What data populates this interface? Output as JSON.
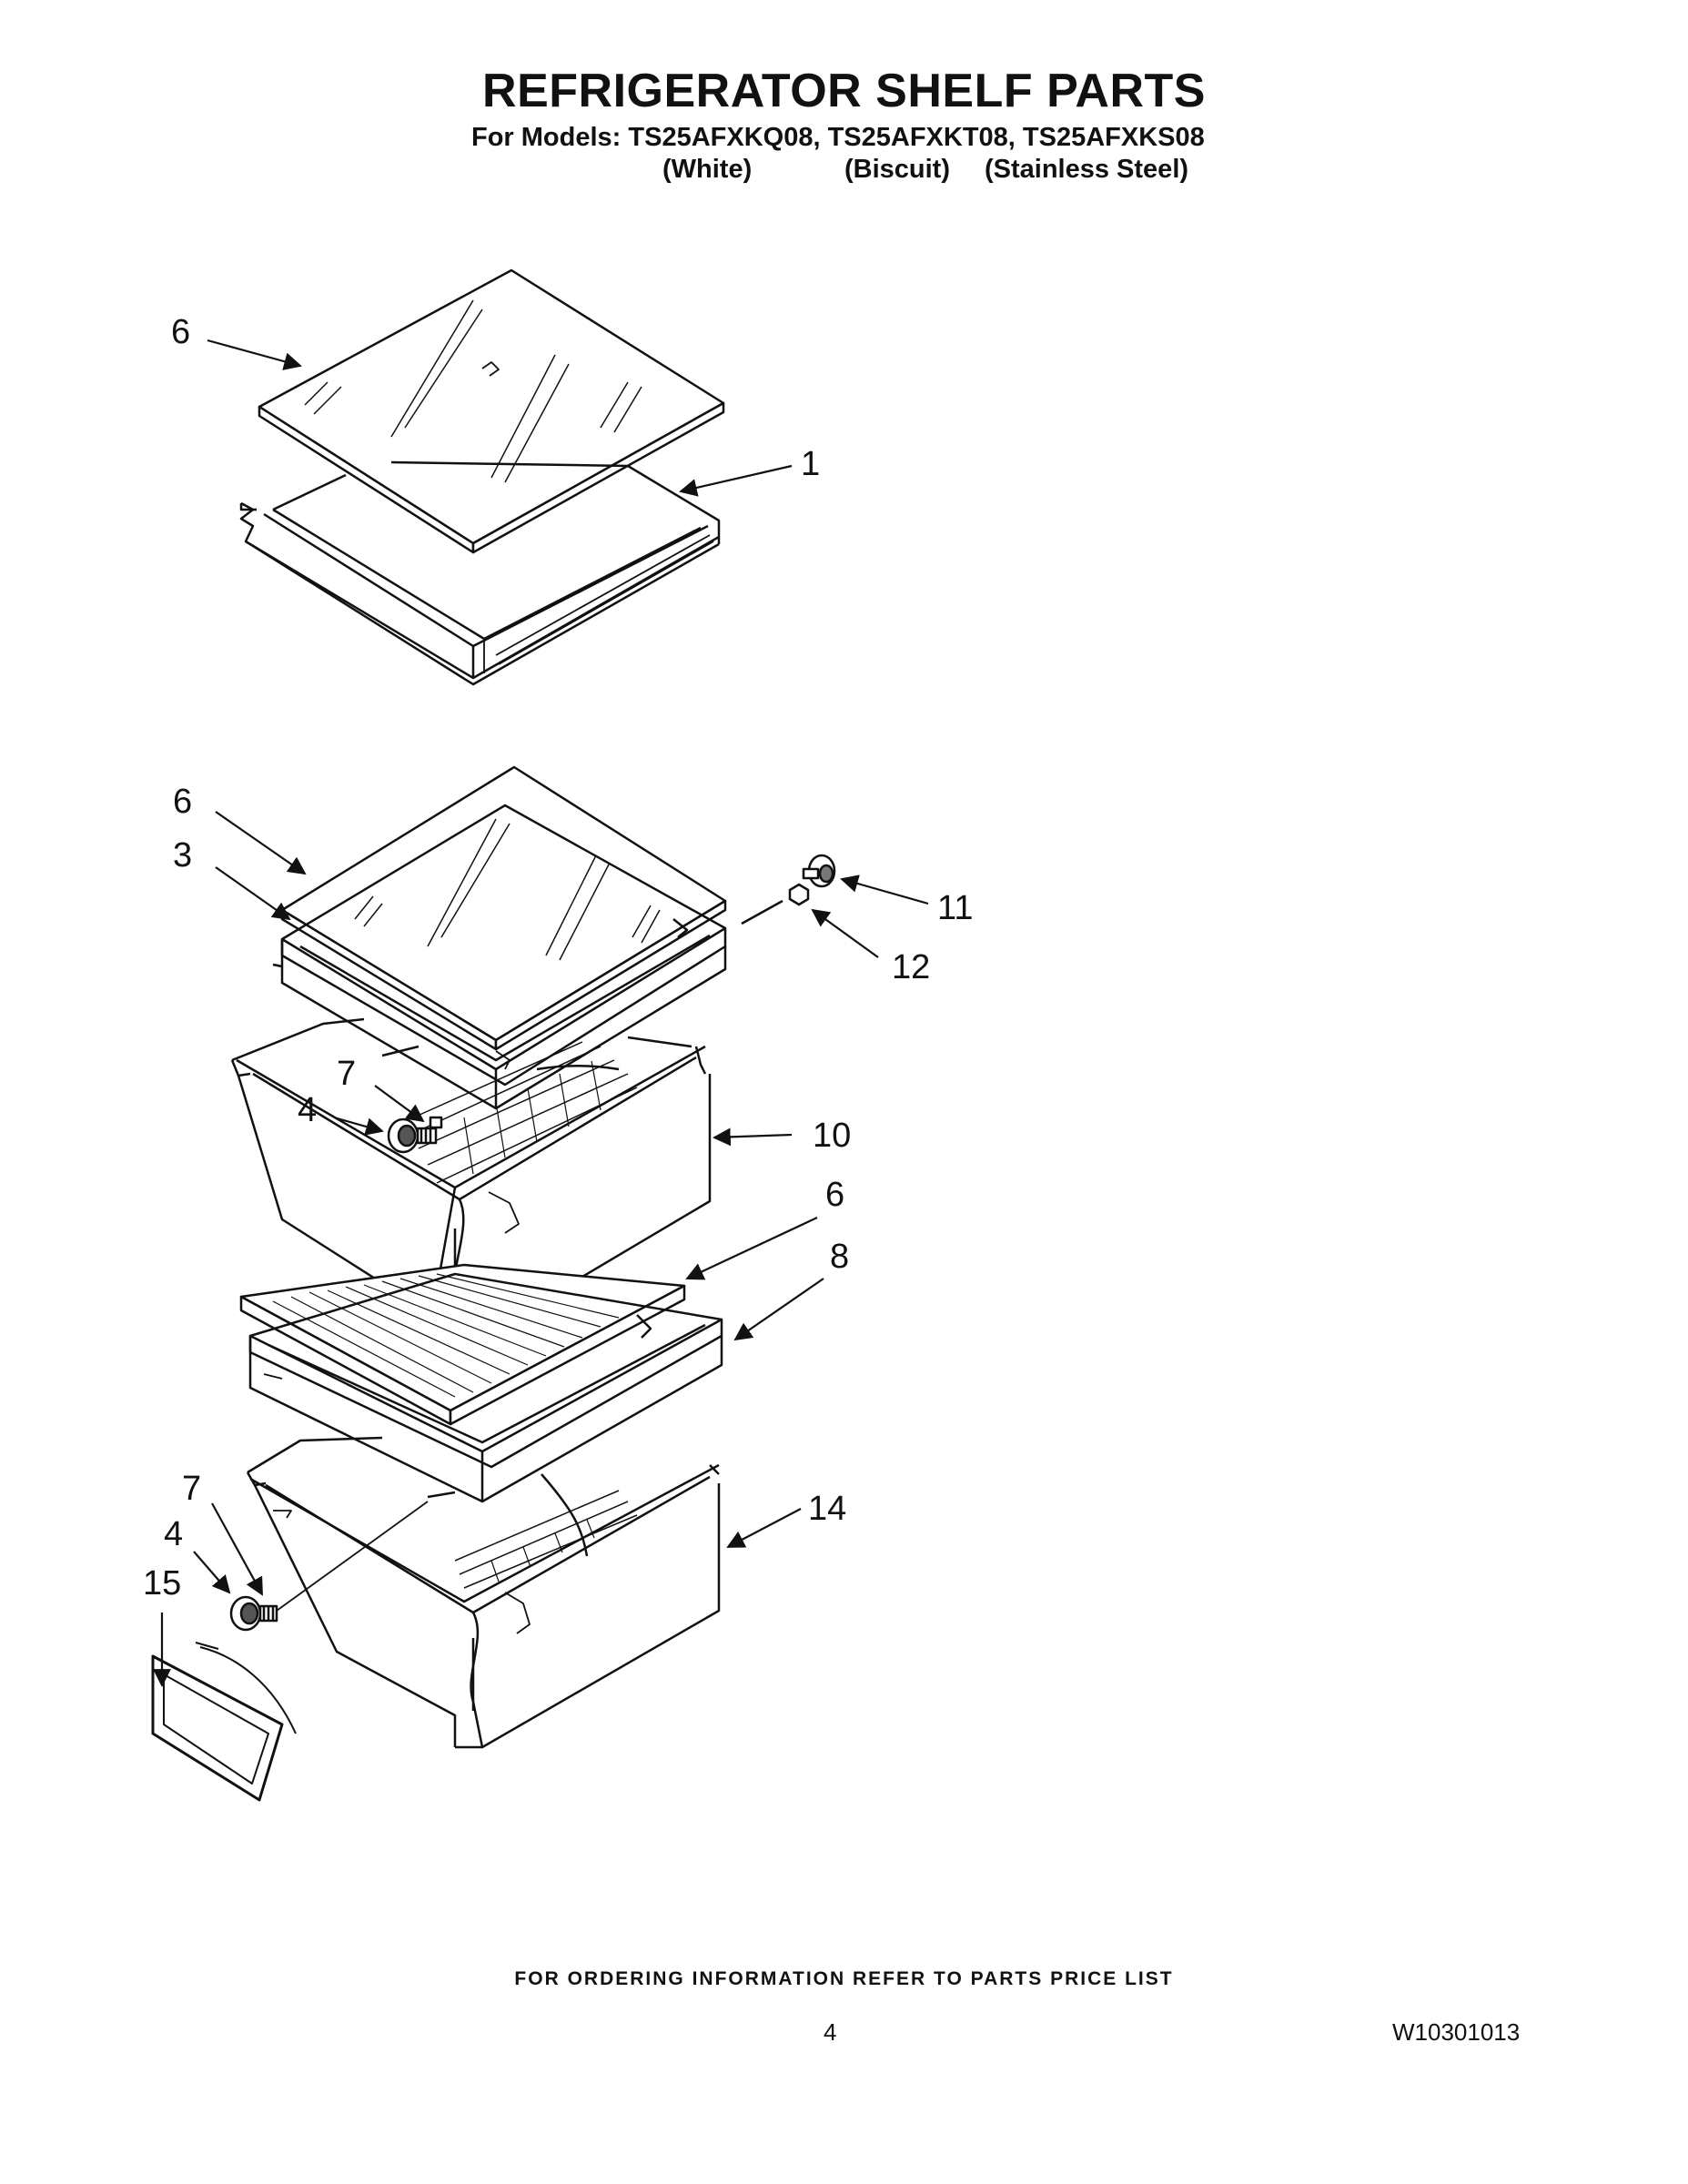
{
  "header": {
    "title": "REFRIGERATOR SHELF PARTS",
    "models_line": "For Models: TS25AFXKQ08, TS25AFXKT08, TS25AFXKS08",
    "variants": [
      "(White)",
      "(Biscuit)",
      "(Stainless Steel)"
    ]
  },
  "callouts": {
    "top_glass": "6",
    "top_frame": "1",
    "mid_glass": "6",
    "mid_frame": "3",
    "cap": "11",
    "screw": "12",
    "upper_screw": "7",
    "upper_roller": "4",
    "upper_crisper": "10",
    "lower_glass": "6",
    "lower_frame": "8",
    "lower_screw": "7",
    "lower_roller": "4",
    "label": "15",
    "lower_crisper": "14"
  },
  "footer": {
    "ordering_note": "FOR ORDERING INFORMATION REFER TO PARTS PRICE LIST",
    "page_number": "4",
    "doc_number": "W10301013"
  },
  "colors": {
    "line": "#111111",
    "background": "#ffffff"
  }
}
